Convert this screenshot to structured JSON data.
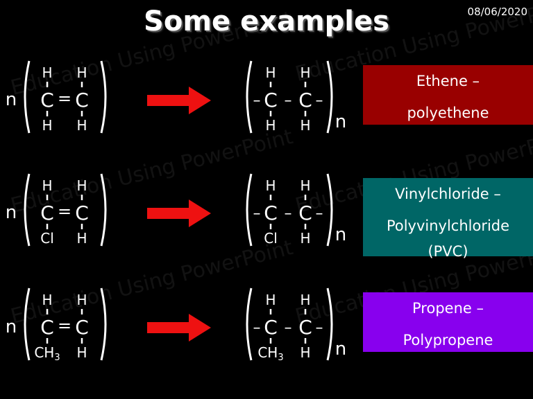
{
  "slide": {
    "title": "Some examples",
    "date": "08/06/2020",
    "watermark": "Education Using PowerPoint"
  },
  "rows": [
    {
      "monomer": {
        "n": "n",
        "top": [
          "H",
          "H"
        ],
        "bottom": [
          "H",
          "H"
        ]
      },
      "polymer": {
        "n": "n",
        "top": [
          "H",
          "H"
        ],
        "bottom": [
          "H",
          "H"
        ]
      },
      "label": {
        "line1": "Ethene –",
        "line2": "polyethene",
        "line3": "",
        "color": "#990000"
      }
    },
    {
      "monomer": {
        "n": "n",
        "top": [
          "H",
          "H"
        ],
        "bottom": [
          "Cl",
          "H"
        ]
      },
      "polymer": {
        "n": "n",
        "top": [
          "H",
          "H"
        ],
        "bottom": [
          "Cl",
          "H"
        ]
      },
      "label": {
        "line1": "Vinylchloride –",
        "line2": "Polyvinylchloride",
        "line3": "(PVC)",
        "color": "#006666"
      }
    },
    {
      "monomer": {
        "n": "n",
        "top": [
          "H",
          "H"
        ],
        "bottom": [
          "CH3",
          "H"
        ]
      },
      "polymer": {
        "n": "n",
        "top": [
          "H",
          "H"
        ],
        "bottom": [
          "CH3",
          "H"
        ]
      },
      "label": {
        "line1": "Propene –",
        "line2": "Polypropene",
        "line3": "",
        "color": "#8800ee"
      }
    }
  ],
  "symbols": {
    "carbon": "C",
    "double_bond": "=",
    "single_bond": "–"
  }
}
